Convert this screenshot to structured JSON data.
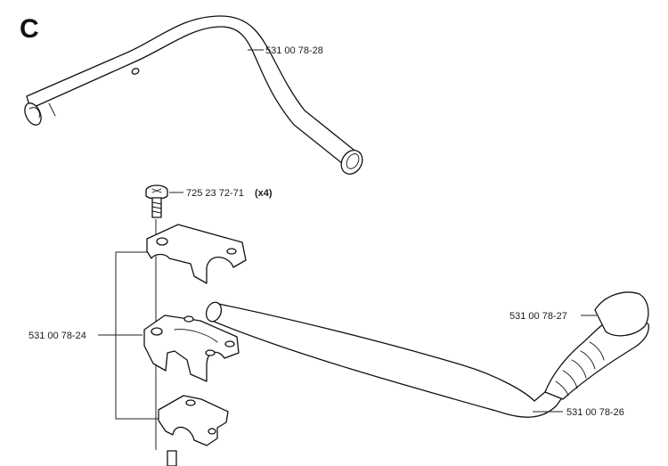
{
  "section_letter": "C",
  "callouts": {
    "top_handle": "531 00 78-28",
    "screw_number": "725 23 72-71",
    "screw_qty": "(x4)",
    "clamp_assembly": "531 00 78-24",
    "grip": "531 00 78-27",
    "lower_handle": "531 00 78-26"
  }
}
